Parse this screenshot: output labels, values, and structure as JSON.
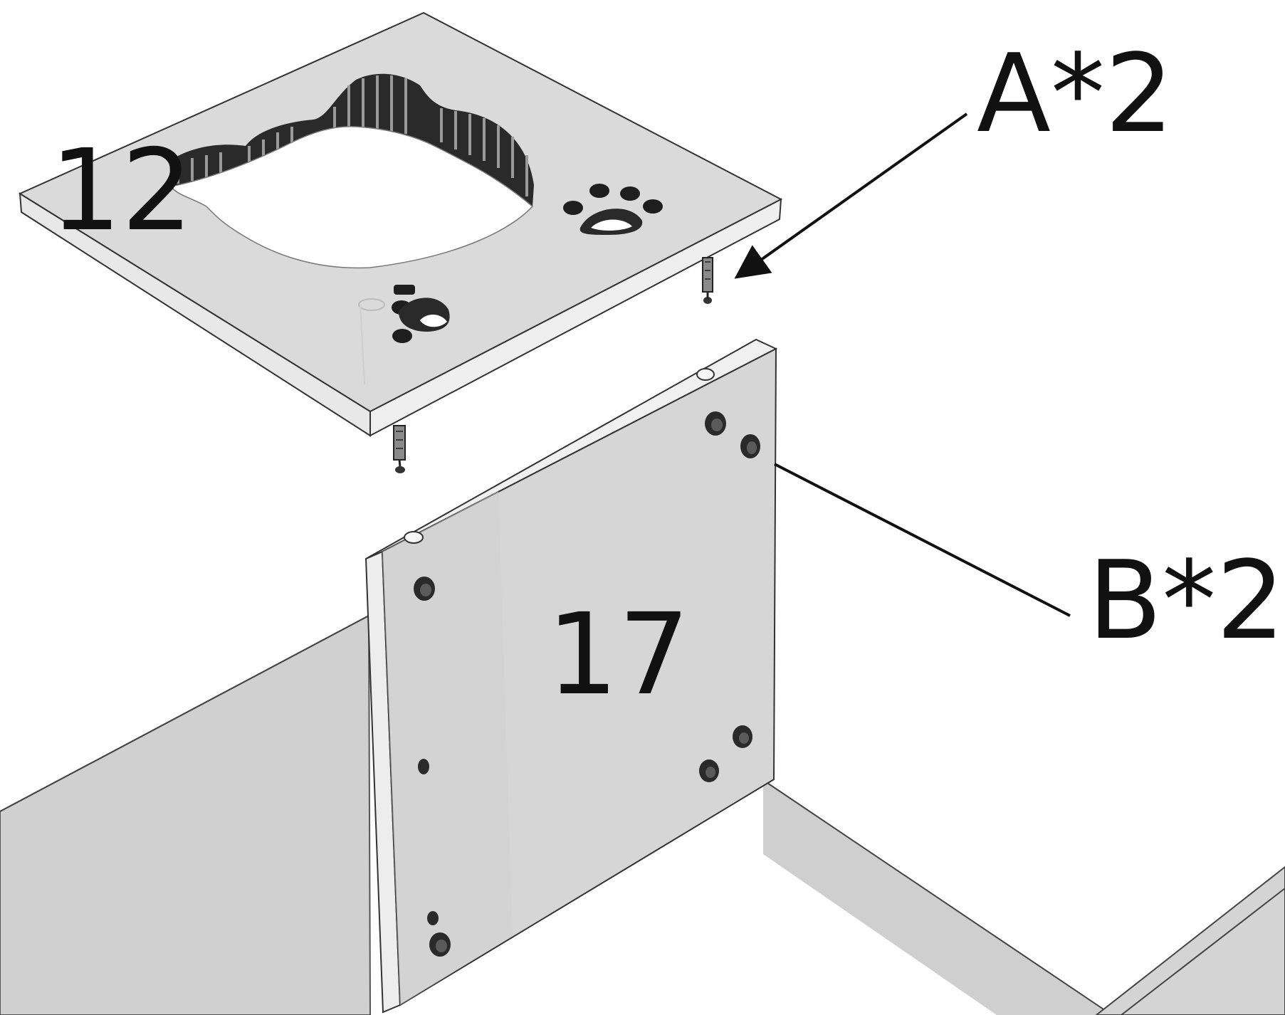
{
  "diagram": {
    "parts": {
      "top_panel": {
        "number": "12"
      },
      "side_panel": {
        "number": "17"
      }
    },
    "callouts": {
      "dowel": {
        "label": "A*2"
      },
      "cam_lock": {
        "label": "B*2"
      }
    },
    "colors": {
      "panel_face": "#d6d6d6",
      "panel_edge": "#ececec",
      "floor": "#d2d2d2",
      "outline": "#3a3a3a",
      "text": "#111111",
      "cutout": "#ffffff"
    }
  }
}
